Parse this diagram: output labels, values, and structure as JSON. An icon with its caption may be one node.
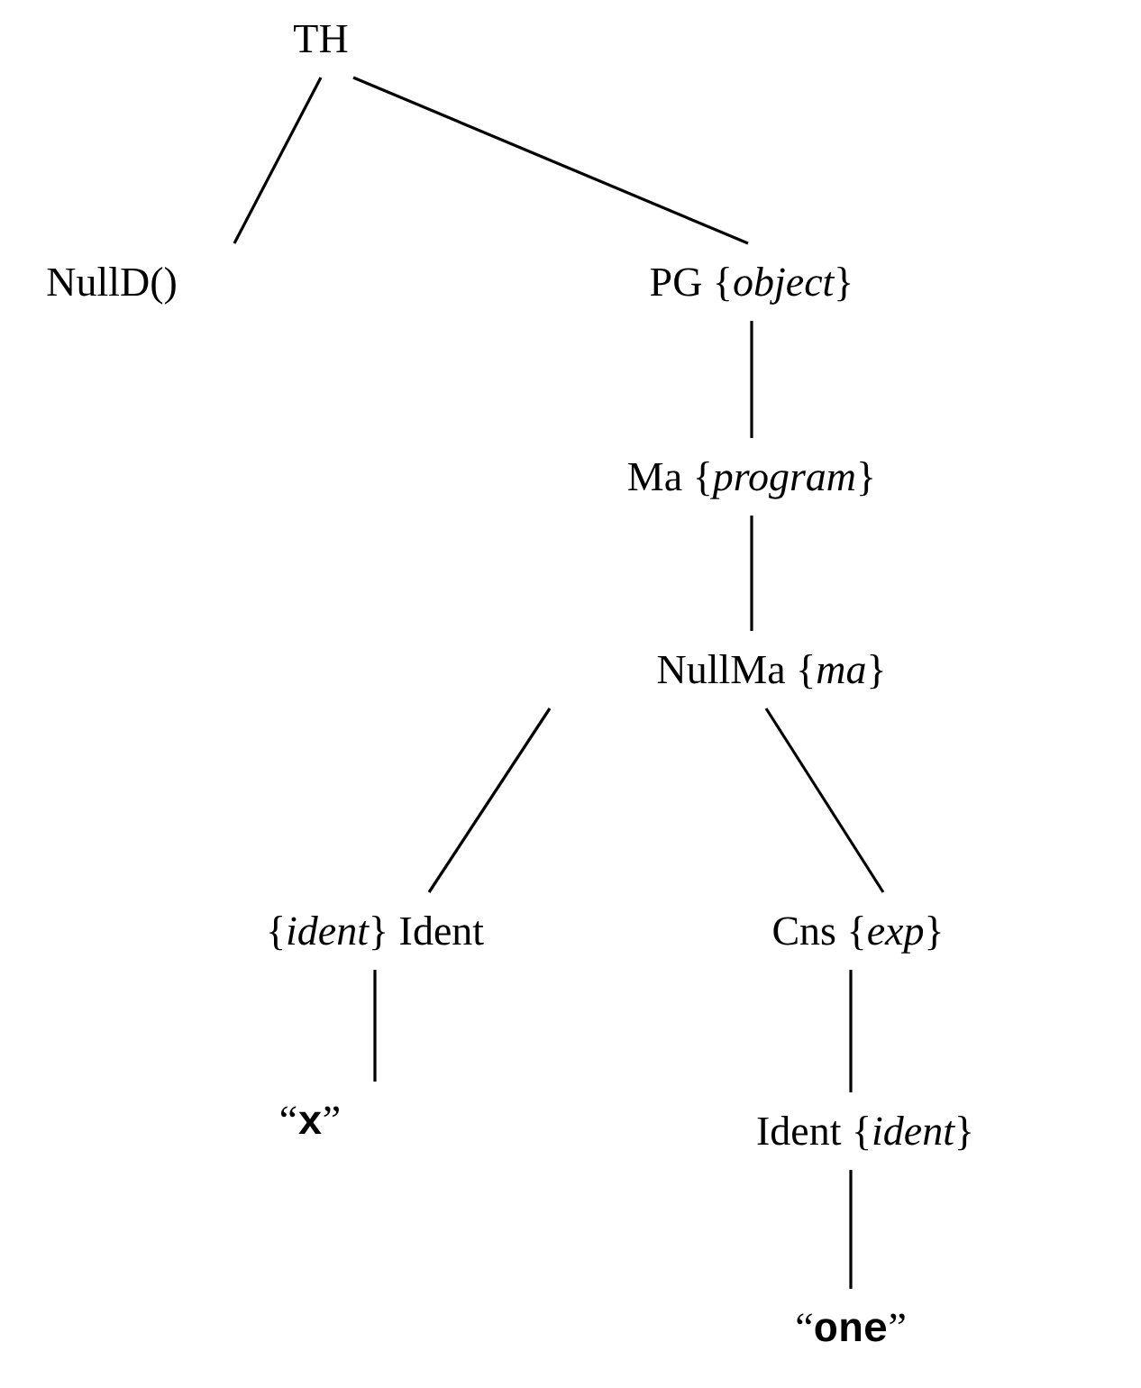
{
  "diagram": {
    "nodes": [
      {
        "text": [
          "TH"
        ]
      },
      {
        "text": [
          "NullD()"
        ]
      },
      {
        "text": [
          "PG {*object*}"
        ]
      },
      {
        "text": [
          "Ma {*program*}"
        ]
      },
      {
        "text": [
          "NullMa {*ma*}"
        ]
      },
      {
        "text": [
          "{*ident*} Ident"
        ]
      },
      {
        "text": [
          "Cns {*exp*}"
        ]
      },
      {
        "text": [
          "“**x**”"
        ]
      },
      {
        "text": [
          "Ident {*ident*}"
        ]
      },
      {
        "text": [
          "“**one**”"
        ]
      }
    ],
    "edges": [
      {
        "from": 0,
        "to": 1,
        "arrow": "none"
      },
      {
        "from": 0,
        "to": 2,
        "arrow": "none"
      },
      {
        "from": 2,
        "to": 3,
        "arrow": "none"
      },
      {
        "from": 3,
        "to": 4,
        "arrow": "none"
      },
      {
        "from": 4,
        "to": 5,
        "arrow": "none"
      },
      {
        "from": 4,
        "to": 6,
        "arrow": "none"
      },
      {
        "from": 5,
        "to": 7,
        "arrow": "none"
      },
      {
        "from": 6,
        "to": 8,
        "arrow": "none"
      },
      {
        "from": 8,
        "to": 9,
        "arrow": "none"
      }
    ]
  }
}
